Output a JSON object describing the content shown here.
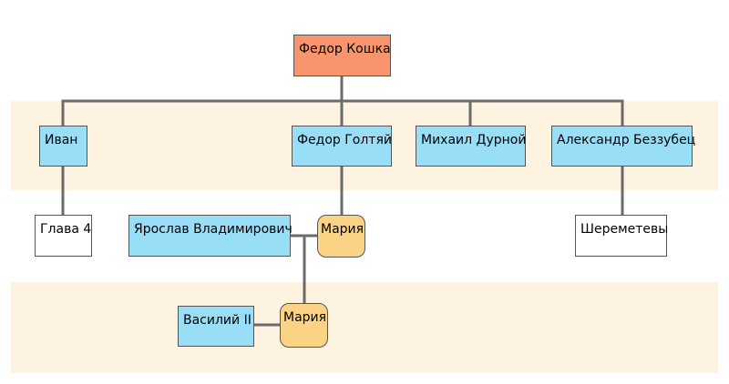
{
  "colors": {
    "band": "#fdf3e0",
    "root": "#f9956d",
    "person": "#99def7",
    "wife": "#fbd384",
    "reference": "#ffffff",
    "line": "#6b6b6b"
  },
  "nodes": {
    "root": "Федор Кошка",
    "ivan": "Иван",
    "fedor_goltyai": "Федор Голтяй",
    "mikhail": "Михаил Дурной",
    "aleksandr": "Александр Беззубец",
    "chapter": "Глава 4",
    "yaroslav": "Ярослав Владимирович",
    "maria_1": "Мария",
    "sheremetevy": "Шереметевы",
    "vasily": "Василий II",
    "maria_2": "Мария"
  }
}
